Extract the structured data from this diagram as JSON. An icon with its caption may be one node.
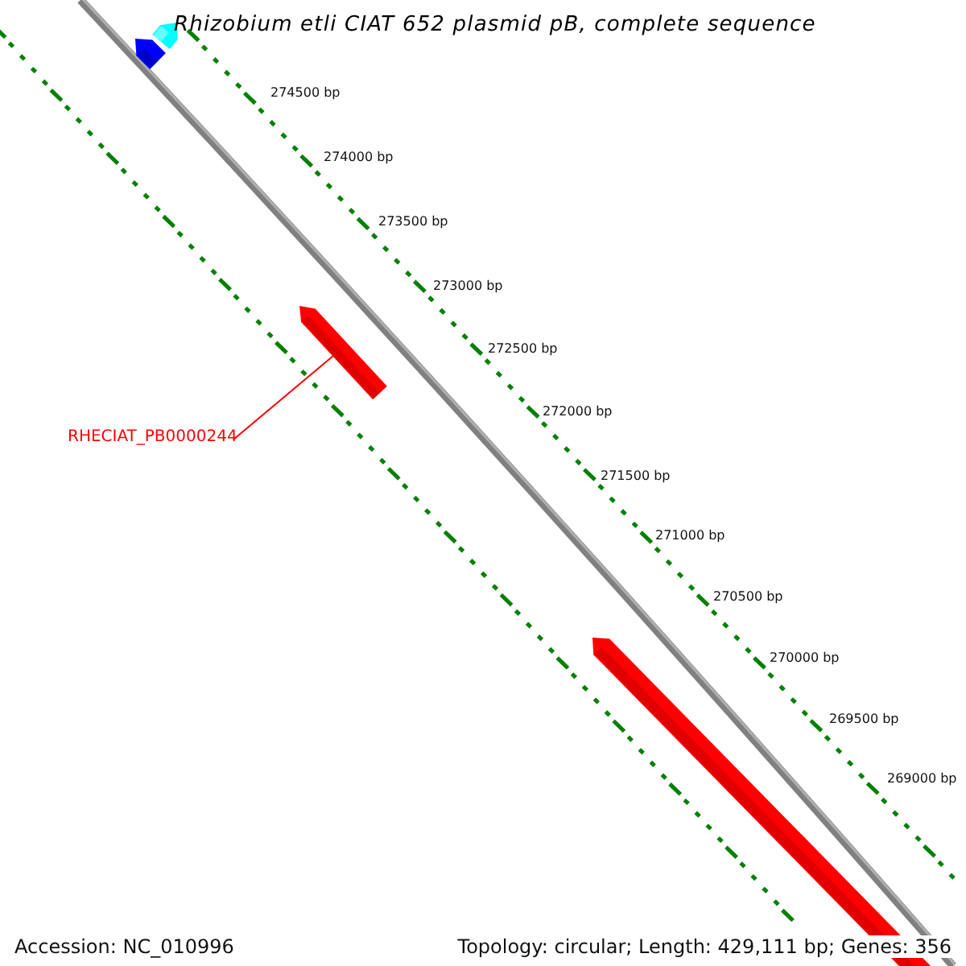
{
  "diagram": {
    "title": "Rhizobium etli CIAT 652 plasmid pB, complete sequence",
    "nodes": [
      {
        "text": [
          "RHECIAT_PB0000244"
        ]
      },
      {
        "text": [],
        "shape": "bar"
      }
    ],
    "edges": [
      {
        "from": 0,
        "to": 1,
        "arrow": "none",
        "color": "#ff0000"
      }
    ],
    "labels": [
      "274500 bp",
      "274000 bp",
      "273500 bp",
      "273000 bp",
      "272500 bp",
      "272000 bp",
      "271500 bp",
      "271000 bp",
      "270500 bp",
      "270000 bp",
      "269500 bp",
      "269000 bp",
      "Accession: NC_010996",
      "Topology: circular; Length: 429,111 bp; Genes: 356"
    ]
  }
}
